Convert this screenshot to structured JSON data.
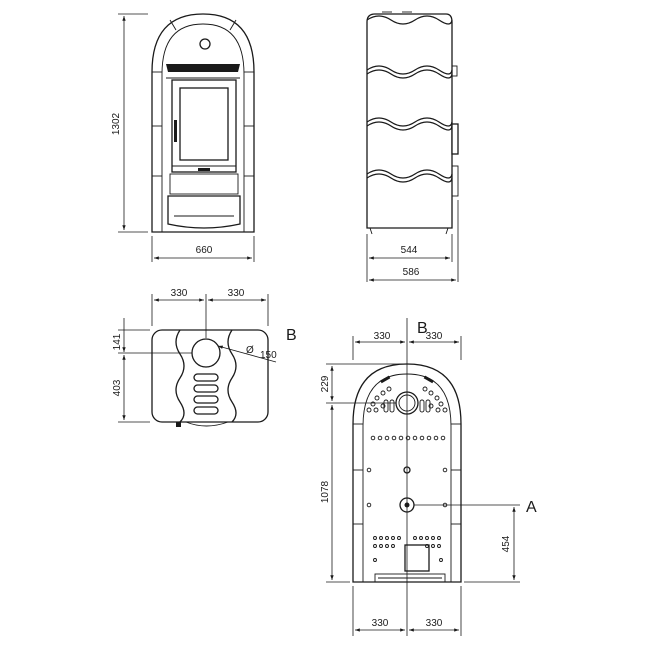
{
  "views": {
    "front": {
      "height": "1302",
      "width": "660"
    },
    "side": {
      "depth_inner": "544",
      "depth_outer": "586"
    },
    "top": {
      "left_offset": "330",
      "right_offset": "330",
      "front_depth": "141",
      "rear_depth": "403",
      "flue_diameter": "150",
      "callout": "B",
      "diameter_symbol": "Ø"
    },
    "rear": {
      "left_offset": "330",
      "right_offset": "330",
      "top_height": "229",
      "total_height": "1078",
      "inlet_height": "454",
      "bottom_left": "330",
      "bottom_right": "330",
      "callout_top": "B",
      "callout_side": "A"
    }
  }
}
